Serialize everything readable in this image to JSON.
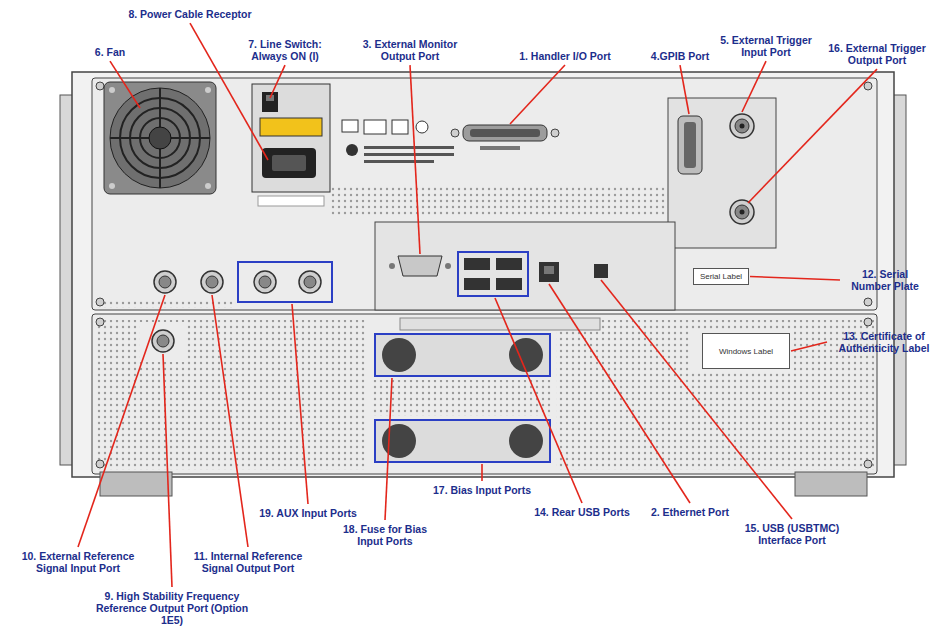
{
  "diagram": {
    "nodes": [
      {
        "text": [
          "Serial Label"
        ]
      },
      {
        "text": [
          "Windows Label"
        ]
      }
    ],
    "labels": [
      "8. Power Cable Receptor",
      "6. Fan",
      "7. Line Switch: Always ON (I)",
      "3. External Monitor Output Port",
      "1. Handler I/O Port",
      "4.GPIB Port",
      "5. External Trigger Input Port",
      "16. External Trigger Output Port",
      "12. Serial Number Plate",
      "13. Certificate of Authenticity Label",
      "19. AUX Input Ports",
      "18. Fuse for Bias Input Ports",
      "17. Bias Input Ports",
      "14. Rear USB Ports",
      "2. Ethernet Port",
      "15. USB (USBTMC) Interface Port",
      "10. External Reference Signal Input Port",
      "11. Internal Reference Signal Output Port",
      "9. High Stability Frequency Reference Output Port (Option 1E5)"
    ]
  }
}
